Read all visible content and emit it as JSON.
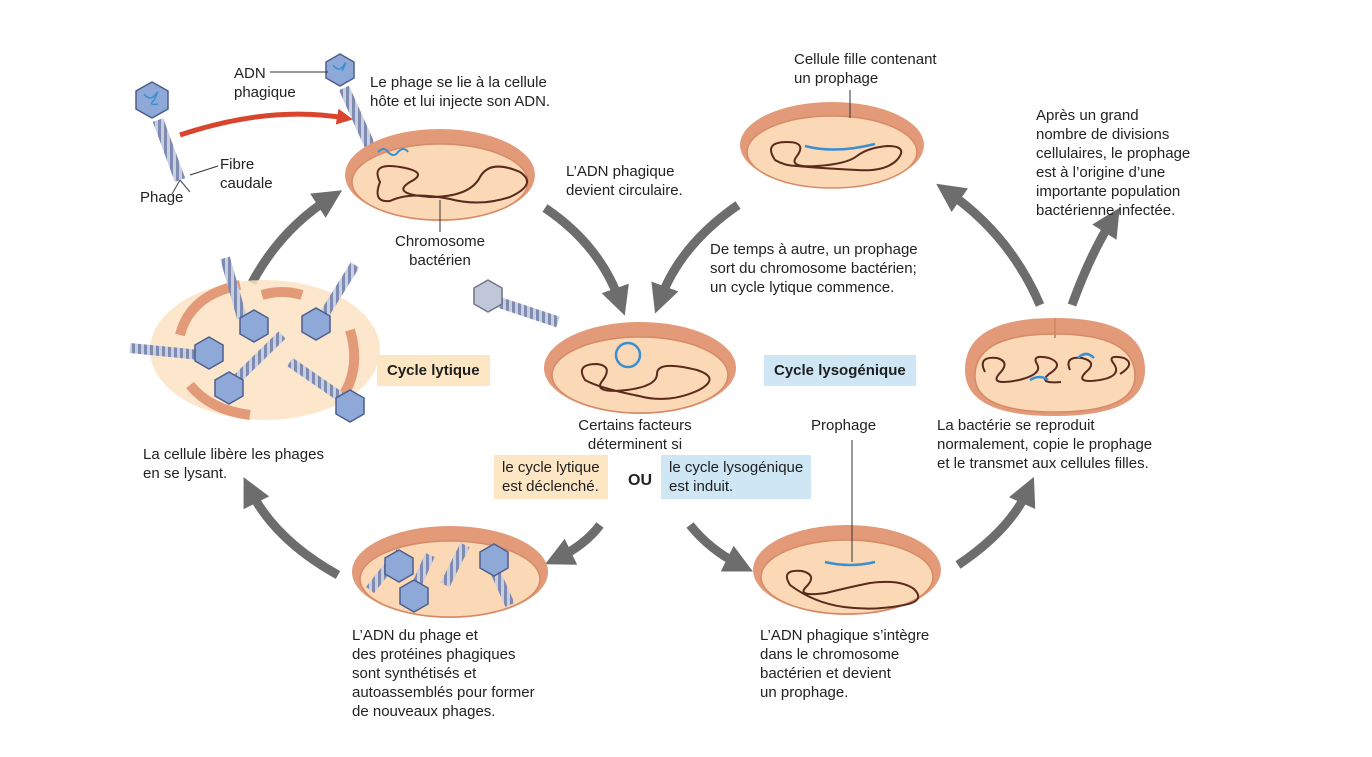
{
  "labels": {
    "adn_phagique": "ADN\nphagique",
    "phage": "Phage",
    "fibre_caudale": "Fibre\ncaudale",
    "phage_se_lie": "Le phage se lie à la cellule\nhôte et lui injecte son ADN.",
    "chromosome_bacterien": "Chromosome\nbactérien",
    "adn_circulaire": "L’ADN phagique\ndevient circulaire.",
    "cellule_fille": "Cellule fille contenant\nun prophage",
    "apres_divisions": "Après un grand\nnombre de divisions\ncellulaires, le prophage\nest à l’origine d’une\nimportante population\nbactérienne infectée.",
    "de_temps_a_autre": "De temps à autre, un prophage\nsort du chromosome bactérien;\nun cycle lytique commence.",
    "certains_facteurs": "Certains facteurs\ndéterminent si",
    "cycle_lytique_declenche": "le cycle lytique\nest déclenché.",
    "ou": "OU",
    "cycle_lysogenique_induit": "le cycle lysogénique\nest induit.",
    "prophage": "Prophage",
    "bacterie_reproduit": "La bactérie se reproduit\nnormalement, copie le prophage\net le transmet aux cellules filles.",
    "cellule_libere": "La cellule libère les phages\nen se lysant.",
    "adn_phage_synthetise": "L’ADN du phage et\ndes protéines phagiques\nsont synthétisés et\nautoassemblés pour former\nde nouveaux phages.",
    "adn_integre": "L’ADN phagique s’intègre\ndans le chromosome\nbactérien et devient\nun prophage."
  },
  "cycles": {
    "lytique": "Cycle lytique",
    "lysogenique": "Cycle lysogénique"
  },
  "colors": {
    "lytic_badge": "#fde6c4",
    "lysogenic_badge": "#cfe6f5",
    "cell_outer": "#e39a78",
    "cell_inner": "#fbd8b6",
    "chromosome": "#5a2a1c",
    "prophage_dna": "#3a8fd0",
    "arrow_gray": "#6d6d6d",
    "arrow_red": "#d8452c",
    "phage_head": "#8ea9d8",
    "lysis_glow": "#fde3c3"
  }
}
